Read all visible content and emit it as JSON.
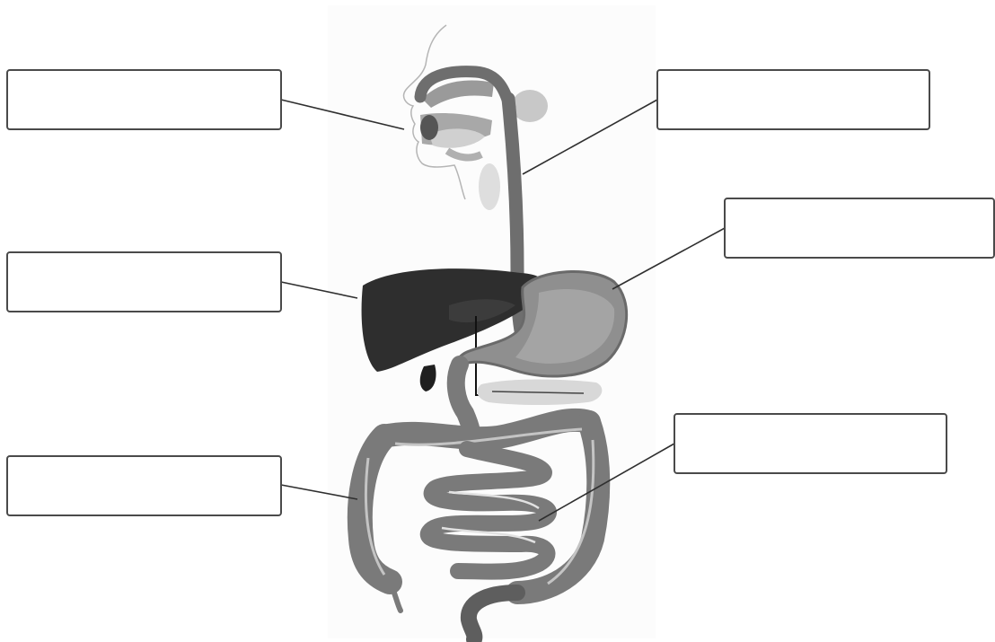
{
  "diagram": {
    "colors": {
      "background": "#ffffff",
      "box_border": "#4a4a4a",
      "leader_line": "#2f2f2f",
      "liver": "#2e2e2e",
      "stomach": "#8f8f8f",
      "intestine": "#7a7a7a",
      "esophagus": "#6e6e6e",
      "pancreas": "#d8d8d8"
    },
    "labels": [
      {
        "id": "mouth",
        "text": ""
      },
      {
        "id": "esophagus",
        "text": ""
      },
      {
        "id": "stomach",
        "text": ""
      },
      {
        "id": "liver",
        "text": ""
      },
      {
        "id": "small-intestine",
        "text": ""
      },
      {
        "id": "large-intestine",
        "text": ""
      }
    ]
  }
}
